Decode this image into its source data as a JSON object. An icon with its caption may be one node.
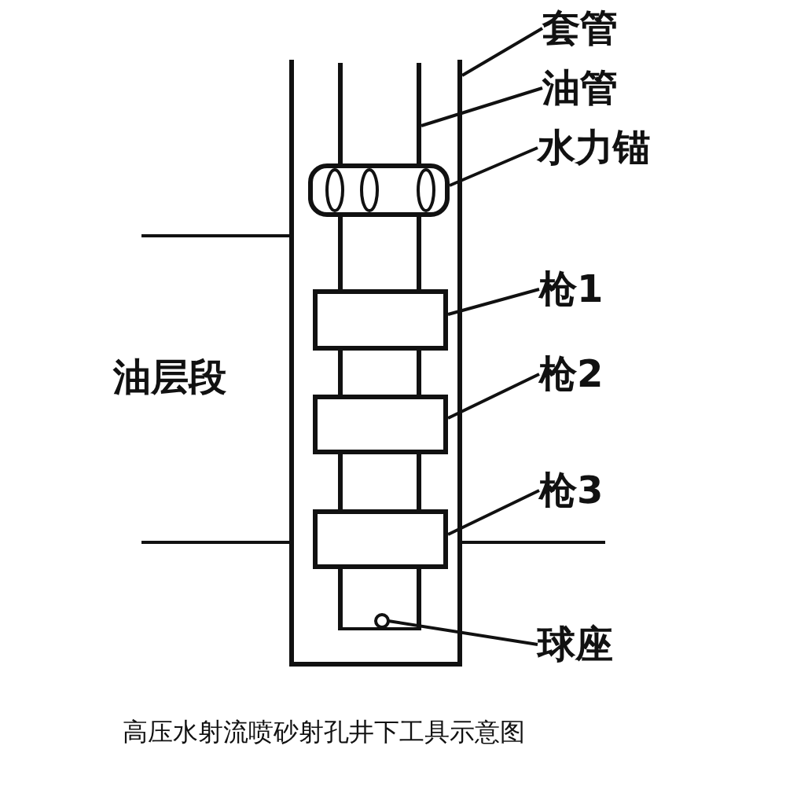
{
  "diagram": {
    "caption": "高压水射流喷砂射孔井下工具示意图",
    "nodes": [
      {
        "text": [
          "套管"
        ]
      },
      {
        "text": [
          "油管"
        ]
      },
      {
        "text": [
          "水力锚"
        ]
      },
      {
        "text": [
          "枪1"
        ]
      },
      {
        "text": [
          "枪2"
        ]
      },
      {
        "text": [
          "枪3"
        ]
      },
      {
        "text": [
          "球座"
        ]
      },
      {
        "text": [],
        "shape": "box"
      },
      {
        "text": [],
        "shape": "box",
        "in": 7
      },
      {
        "text": [],
        "shape": "box",
        "in": 7
      },
      {
        "text": [],
        "shape": "box",
        "in": 7
      },
      {
        "text": [],
        "shape": "box",
        "in": 7
      },
      {
        "text": [],
        "shape": "box",
        "in": 7
      },
      {
        "text": [],
        "shape": "circle",
        "in": 8
      }
    ],
    "edges": [
      {
        "from": 0,
        "to": 7,
        "arrow": "none"
      },
      {
        "from": 1,
        "to": 8,
        "arrow": "none"
      },
      {
        "from": 2,
        "to": 9,
        "arrow": "none"
      },
      {
        "from": 3,
        "to": 10,
        "arrow": "none"
      },
      {
        "from": 4,
        "to": 11,
        "arrow": "none"
      },
      {
        "from": 5,
        "to": 12,
        "arrow": "none"
      },
      {
        "from": 6,
        "to": 13,
        "arrow": "none"
      }
    ],
    "labels": [
      "油层段"
    ]
  }
}
